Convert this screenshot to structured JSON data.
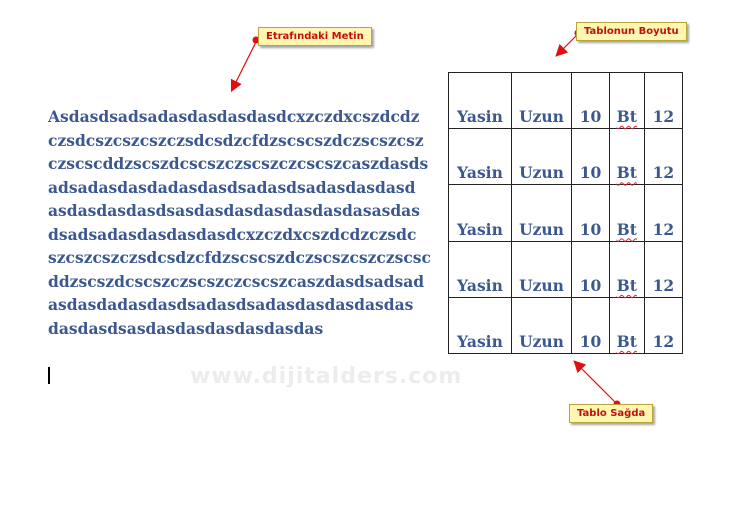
{
  "document": {
    "lines": [
      "Asdasdsadsadasdasdasdasdcxzczdxcszdcdz",
      "czsdcszcszcszczsdcsdzcfdzscscszdczscszcsz",
      "czscscddzscszdcscszczscszczcscszcaszdasds",
      "adsadasdasdadasdasdsadasdsadasdasdasd",
      "asdasdasdasdsasdasdasdasdasdasdasasdas",
      "dsadsadasdasdasdasdcxzczdxcszdcdzczsdc",
      "szcszcszczsdcsdzcfdzscscszdczscszcszczscsc",
      "ddzscszdcscszczscszczcscszcaszdasdsadsad",
      "asdasdadasdasdsadasdsadasdasdasdasdas",
      "dasdasdsasdasdasdasdasdasdas"
    ]
  },
  "table": {
    "rows": [
      [
        "Yasin",
        "Uzun",
        "10",
        "Bt",
        "12"
      ],
      [
        "Yasin",
        "Uzun",
        "10",
        "Bt",
        "12"
      ],
      [
        "Yasin",
        "Uzun",
        "10",
        "Bt",
        "12"
      ],
      [
        "Yasin",
        "Uzun",
        "10",
        "Bt",
        "12"
      ],
      [
        "Yasin",
        "Uzun",
        "10",
        "Bt",
        "12"
      ]
    ]
  },
  "callouts": {
    "surrounding_text": "Etrafındaki Metin",
    "table_size": "Tablonun Boyutu",
    "table_right": "Tablo Sağda"
  },
  "watermark": "www.dijitalders.com",
  "colors": {
    "text": "#3b5890",
    "callout_bg": "#fff7b0",
    "callout_text": "#c01010",
    "arrow": "#e01010"
  }
}
